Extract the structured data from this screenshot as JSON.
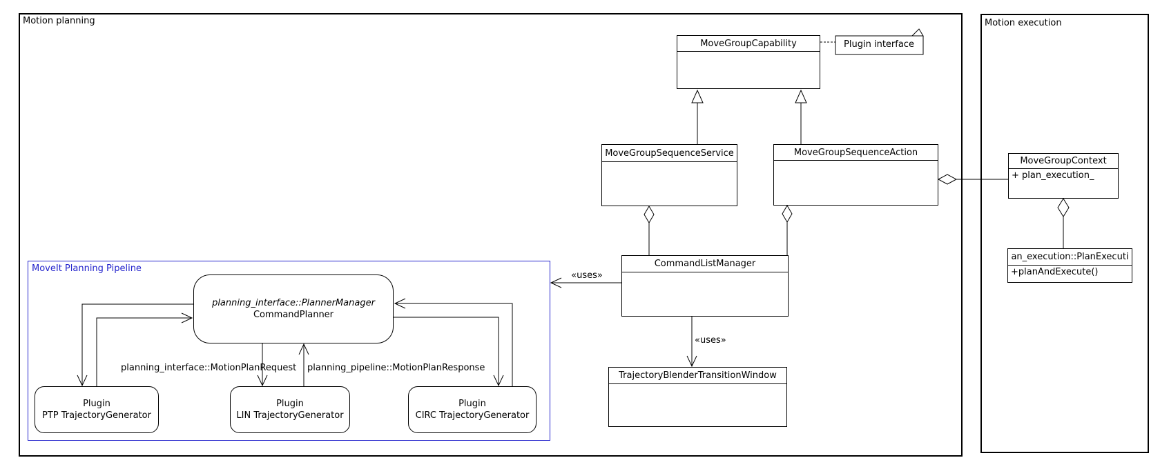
{
  "containers": {
    "motion_planning": {
      "label": "Motion planning"
    },
    "motion_execution": {
      "label": "Motion execution"
    },
    "moveit_pipeline": {
      "label": "MoveIt Planning Pipeline",
      "border_color": "#2222cc"
    }
  },
  "note": {
    "label": "Plugin interface"
  },
  "classes": {
    "move_group_capability": {
      "title": "MoveGroupCapability"
    },
    "move_group_sequence_service": {
      "title": "MoveGroupSequenceService"
    },
    "move_group_sequence_action": {
      "title": "MoveGroupSequenceAction"
    },
    "command_list_manager": {
      "title": "CommandListManager"
    },
    "trajectory_blender": {
      "title": "TrajectoryBlenderTransitionWindow"
    },
    "move_group_context": {
      "title": "MoveGroupContext",
      "attribute": "+ plan_execution_"
    },
    "plan_execution": {
      "title": "an_execution::PlanExecuti",
      "method": "+planAndExecute()"
    },
    "planner_manager": {
      "interface": "planning_interface::PlannerManager",
      "name": "CommandPlanner"
    },
    "ptp_generator": {
      "stereotype": "Plugin",
      "name": "PTP TrajectoryGenerator"
    },
    "lin_generator": {
      "stereotype": "Plugin",
      "name": "LIN TrajectoryGenerator"
    },
    "circ_generator": {
      "stereotype": "Plugin",
      "name": "CIRC TrajectoryGenerator"
    }
  },
  "edge_labels": {
    "uses_planning_pipeline": "«uses»",
    "uses_trajectory_blender": "«uses»",
    "motion_plan_request": "planning_interface::MotionPlanRequest",
    "motion_plan_response": "planning_pipeline::MotionPlanResponse"
  }
}
